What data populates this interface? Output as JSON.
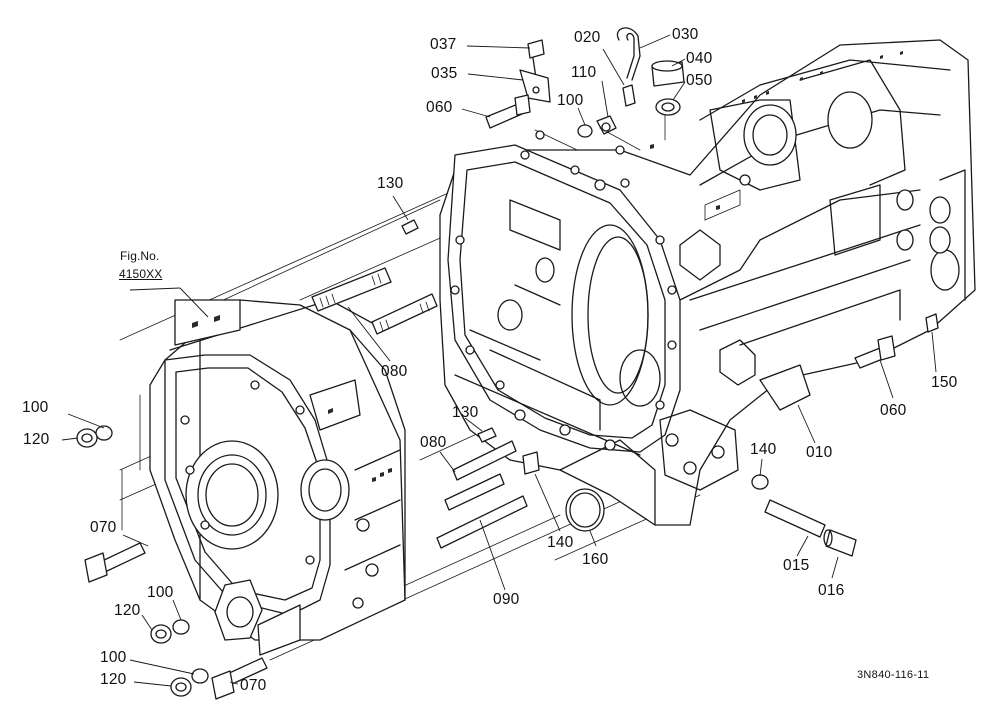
{
  "figure_ref": {
    "line1": "Fig.No.",
    "line2": "4150XX"
  },
  "drawing_code": "3N840-116-11",
  "callouts": {
    "c037": "037",
    "c020": "020",
    "c030": "030",
    "c040": "040",
    "c035": "035",
    "c110": "110",
    "c050": "050",
    "c060_top": "060",
    "c100_top": "100",
    "c130_top": "130",
    "c080_upper": "080",
    "c100_left": "100",
    "c120_left": "120",
    "c130_mid": "130",
    "c080_lower": "080",
    "c150": "150",
    "c060_right": "060",
    "c010": "010",
    "c140_right": "140",
    "c140_mid": "140",
    "c160": "160",
    "c070_left": "070",
    "c090": "090",
    "c015": "015",
    "c016": "016",
    "c100_lowleft": "100",
    "c120_lowleft": "120",
    "c100_bottom": "100",
    "c120_bottom": "120",
    "c070_bottom": "070"
  }
}
